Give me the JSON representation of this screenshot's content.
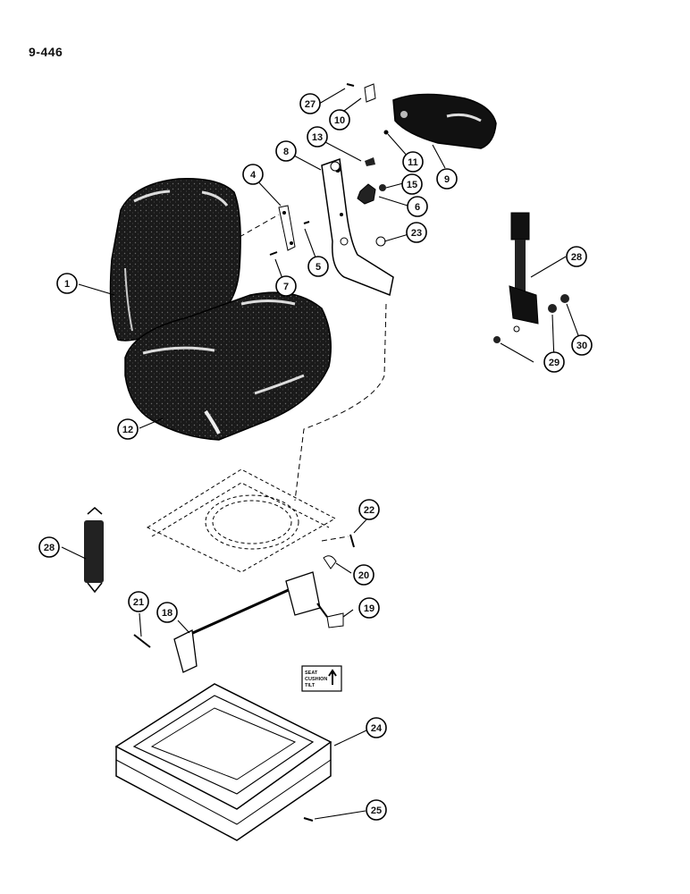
{
  "page_code": "9-446",
  "decal": {
    "line1": "SEAT",
    "line2": "CUSHION",
    "line3": "TILT"
  },
  "callouts": [
    {
      "id": "c27",
      "label": "27"
    },
    {
      "id": "c10",
      "label": "10"
    },
    {
      "id": "c13",
      "label": "13"
    },
    {
      "id": "c11",
      "label": "11"
    },
    {
      "id": "c9",
      "label": "9"
    },
    {
      "id": "c8",
      "label": "8"
    },
    {
      "id": "c4",
      "label": "4"
    },
    {
      "id": "c15",
      "label": "15"
    },
    {
      "id": "c6",
      "label": "6"
    },
    {
      "id": "c23",
      "label": "23"
    },
    {
      "id": "c5",
      "label": "5"
    },
    {
      "id": "c7",
      "label": "7"
    },
    {
      "id": "c1",
      "label": "1"
    },
    {
      "id": "c28a",
      "label": "28"
    },
    {
      "id": "c29a",
      "label": "29"
    },
    {
      "id": "c30",
      "label": "30"
    },
    {
      "id": "c29b",
      "label": "29"
    },
    {
      "id": "c12",
      "label": "12"
    },
    {
      "id": "c22",
      "label": "22"
    },
    {
      "id": "c28b",
      "label": "28"
    },
    {
      "id": "c20",
      "label": "20"
    },
    {
      "id": "c21",
      "label": "21"
    },
    {
      "id": "c18",
      "label": "18"
    },
    {
      "id": "c19",
      "label": "19"
    },
    {
      "id": "c24",
      "label": "24"
    },
    {
      "id": "c25",
      "label": "25"
    }
  ]
}
